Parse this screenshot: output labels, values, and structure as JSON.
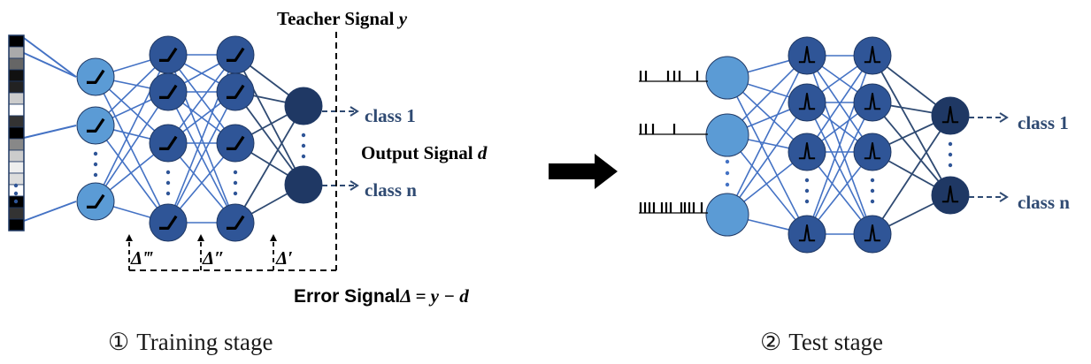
{
  "training": {
    "teacher_label": "Teacher Signal ",
    "teacher_var": "y",
    "output_label": "Output Signal ",
    "output_var": "d",
    "error_label": "Error Signal",
    "error_expr": "Δ = y − d",
    "deltas": [
      "Δ‴",
      "Δ″",
      "Δ′"
    ],
    "class_first": "class 1",
    "class_last": "class n",
    "stage_marker": "①",
    "stage_label": "Training stage"
  },
  "test": {
    "class_first": "class 1",
    "class_last": "class n",
    "stage_marker": "②",
    "stage_label": "Test stage"
  },
  "icons": {
    "training_activation": "relu-activation-icon",
    "test_activation": "spike-activation-icon",
    "transition": "right-arrow-icon"
  },
  "colors": {
    "input_neuron": "#5b9bd5",
    "hidden_neuron": "#2f5597",
    "output_neuron": "#1f3864",
    "edge_light": "#4472c4",
    "edge_dark": "#2f4a72",
    "text_class": "#2f4a72"
  }
}
